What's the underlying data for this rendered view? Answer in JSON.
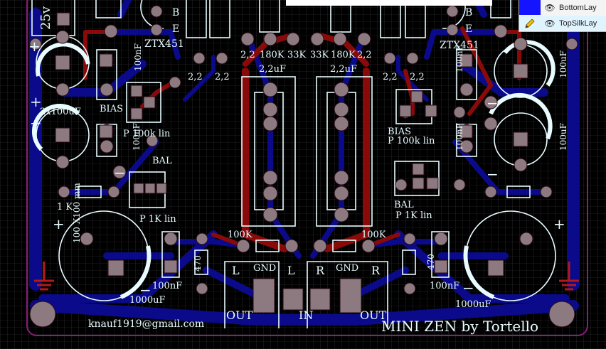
{
  "board": {
    "silk_color": "#e8fcff",
    "bottom_copper": "#0a0a8a",
    "top_copper": "#8a0a0a",
    "pad_color": "#8c7a80",
    "outline_color": "#8a1e7a",
    "gnd_color": "#b21a1a"
  },
  "labels": {
    "cap_25v": "25v",
    "tr_b_l": "B",
    "tr_e_l": "E",
    "tr_b_r": "B",
    "tr_e_r": "E",
    "ztx_l": "ZTX451",
    "ztx_r": "ZTX451",
    "r22_a": "2,2",
    "r180_l": "180K",
    "r33_l": "33K",
    "r33_r": "33K",
    "r180_r": "180K",
    "r22_b": "2,2",
    "r22_c": "2,2",
    "r22_d": "2,2",
    "r22_e": "2,2",
    "r22_f": "2,2",
    "c22_l": "2,2uF",
    "c22_r": "2,2uF",
    "c100n_l1": "100nF",
    "c100n_l2": "100nF",
    "c100n_r1": "100nF",
    "c100n_r2": "100nF",
    "c100u_r1": "100uF",
    "c100u_r2": "100uF",
    "cap2x100": "2x100uF",
    "bias_l": "BIAS",
    "pot_l": "P 100k lin",
    "bias_r": "BIAS",
    "pot_r": "P 100k lin",
    "bal_l": "BAL",
    "pot_bal_l": "P 1K lin",
    "bal_r": "BAL",
    "pot_bal_r": "P 1K lin",
    "r1k": "1 K",
    "dim": "100 X100 mm",
    "r100k_l": "100K",
    "r100k_r": "100K",
    "r470_l": "470",
    "r470_r": "470",
    "c100n_bl": "100nF",
    "c100n_br": "100nF",
    "c1000_l": "1000uF",
    "c1000_r": "1000uF",
    "l1": "L",
    "gnd1": "GND",
    "l2": "L",
    "r1": "R",
    "gnd2": "GND",
    "r2": "R",
    "out_l": "OUT",
    "in": "IN",
    "out_r": "OUT",
    "email": "knauf1919@gmail.com",
    "title": "MINI ZEN by Tortello",
    "plus": "+",
    "minus": "−"
  },
  "layers": [
    {
      "name": "BottomLay",
      "color": "#1414ff",
      "icon": "eye-icon"
    },
    {
      "name": "TopSilkLay",
      "color": "#00ffff",
      "icon": "pencil-icon"
    }
  ]
}
